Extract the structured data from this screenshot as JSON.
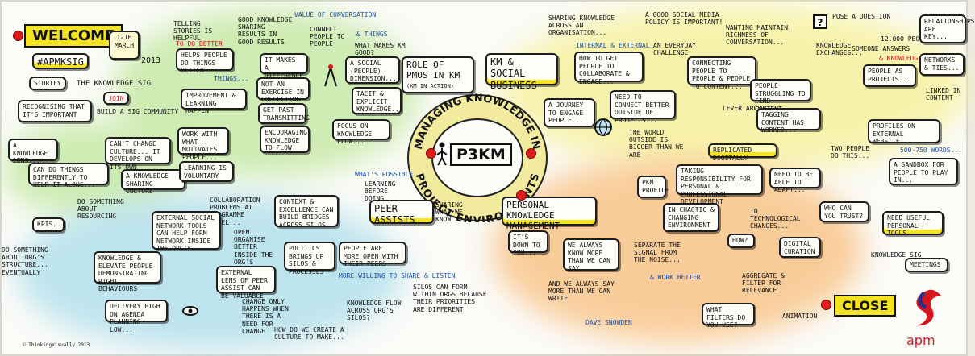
{
  "welcome": "WELCOME",
  "date": {
    "day": "12th",
    "month": "MARCH",
    "year": "2013"
  },
  "hashtag": "#APMKSIG",
  "storify": "STORIFY",
  "knowledge_sig": "THE KNOWLEDGE SIG",
  "join": "JOIN",
  "build_community": "BUILD A SIG COMMUNITY",
  "recognising": "RECOGNISING THAT IT'S IMPORTANT",
  "knowledge_lens": "A KNOWLEDGE LENS...",
  "can_do_differently": "CAN DO THINGS DIFFERENTLY TO HELP IT ALONG...",
  "cant_change_culture": "CAN'T CHANGE CULTURE... IT DEVELOPS ON ITS OWN",
  "knowledge_sharing_culture": "A KNOWLEDGE SHARING CULTURE",
  "telling_stories": "TELLING STORIES IS HELPFUL",
  "do_better": "TO DO BETTER",
  "helps_people": "HELPS PEOPLE DO THINGS BETTER",
  "things": "THINGS...",
  "improvement": "IMPROVEMENT & LEARNING HAPPEN",
  "work_with": "WORK WITH WHAT MOTIVATES PEOPLE...",
  "learning_voluntary": "LEARNING IS VOLUNTARY",
  "good_knowledge": "GOOD KNOWLEDGE SHARING RESULTS IN GOOD RESULTS",
  "value_conversation": "VALUE OF CONVERSATION",
  "makes_difference": "IT MAKES A DIFFERENCE",
  "not_exercise": "NOT AN EXERCISE IN COLLECTING",
  "encouraging": "ENCOURAGING KNOWLEDGE TO FLOW",
  "get_past": "GET PAST TRANSMITTING",
  "connect_people": "CONNECT PEOPLE TO PEOPLE",
  "things_label": "& THINGS",
  "what_makes_km_good": "WHAT MAKES KM GOOD?",
  "social_dimension": "A SOCIAL (PEOPLE) DIMENSION...",
  "tacit": "TACIT & EXPLICIT KNOWLEDGE...",
  "focus_on_knowledge": "FOCUS ON KNOWLEDGE FLOW...",
  "role_of_pmos": "ROLE OF PMOS IN KM",
  "km_in_action": "(KM IN ACTION)",
  "center": {
    "top": "MANAGING KNOWLEDGE IN",
    "bottom": "PROJECT ENVIRONMENTS",
    "logo": "P3KM"
  },
  "sharing_across": "SHARING KNOWLEDGE ACROSS AN ORGANISATION...",
  "internal_external": "INTERNAL & EXTERNAL",
  "how_collaborate": "HOW TO GET PEOPLE TO COLLABORATE & ENGAGE...",
  "km_social": "KM & SOCIAL BUSINESS",
  "journey": "A JOURNEY TO ENGAGE PEOPLE...",
  "everyday_challenge": "AN EVERYDAY CHALLENGE",
  "good_social_media": "A GOOD SOCIAL MEDIA POLICY IS IMPORTANT!",
  "need_connect": "NEED TO CONNECT BETTER OUTSIDE OF PROJECTS...",
  "world_outside": "THE WORLD OUTSIDE IS BIGGER THAN WE ARE",
  "wanting_maintain": "WANTING MAINTAIN RICHNESS OF CONVERSATION...",
  "connecting_people": "CONNECTING PEOPLE TO PEOPLE & PEOPLE TO CONTENT...",
  "people_struggling": "PEOPLE STRUGGLING TO FIND CONTENT...",
  "lever_arch": "LEVER ARCH",
  "replicated": "REPLICATED DIGITALLY",
  "tagging": "TAGGING CONTENT HAS WORKED...",
  "knowledge_exchanges": "KNOWLEDGE EXCHANGES...",
  "pose_question": "POSE A QUESTION",
  "people_count": "12,000 PEOPLE",
  "someone_answers": "SOMEONE ANSWERS",
  "& knowledge": "& KNOWLEDGE",
  "people_as_projects": "PEOPLE AS PROJECTS...",
  "relationships": "RELATIONSHIPS ARE KEY...",
  "networks_ties": "NETWORKS & TIES...",
  "linked_in": "LINKED IN CONTENT",
  "profiles_external": "PROFILES ON EXTERNAL WEBSITE...",
  "500_750": "500-750 WORDS...",
  "two_people": "TWO PEOPLE DO THIS...",
  "sandbox": "A SANDBOX FOR PEOPLE TO PLAY IN...",
  "kpis": "KPIs...",
  "something_resources": "DO SOMETHING ABOUT RESOURCING",
  "do_something_org": "DO SOMETHING ABOUT ORG'S STRUCTURE... EVENTUALLY",
  "knowledge_people": "KNOWLEDGE & ELEVATE PEOPLE DEMONSTRATING RIGHT BEHAVIOURS",
  "delivery_agenda": "DELIVERY HIGH ON AGENDA PLANNING LOW...",
  "collaboration_problems": "COLLABORATION PROBLEMS AT PROGRAMME LEVEL...",
  "external_social": "EXTERNAL SOCIAL NETWORK TOOLS CAN HELP FORM NETWORK INSIDE THE ORG'S",
  "open_organise": "OPEN ORGANISE BETTER INSIDE THE ORG'S",
  "external_lens": "EXTERNAL LENS OF PEER ASSIST CAN BE VALUABLE",
  "change_only": "CHANGE ONLY HAPPENS WHEN THERE IS A NEED FOR CHANGE",
  "how_create_culture": "HOW DO WE CREATE A CULTURE TO MAKE...",
  "context_excellence": "CONTEXT & EXCELLENCE CAN BUILD BRIDGES ACROSS SILOS",
  "whats_possible": "WHAT'S POSSIBLE",
  "learning_before": "LEARNING BEFORE DOING",
  "peer_assists": "PEER ASSISTS",
  "sharing_what": "SHARING WHAT WE KNOW",
  "politics": "POLITICS BRINGS UP SILOS & PROCESSES",
  "people_open": "PEOPLE ARE MORE OPEN WITH THEIR PEERS",
  "more_willing": "MORE WILLING TO SHARE & LISTEN",
  "silos_form": "SILOS CAN FORM WITHIN ORGS BECAUSE THEIR PRIORITIES ARE DIFFERENT",
  "knowledge_flow_orgs": "KNOWLEDGE FLOW ACROSS ORG'S SILOS?",
  "personal_km": "PERSONAL KNOWLEDGE MANAGEMENT",
  "its_down": "IT'S DOWN TO YOU...",
  "we_know": "WE ALWAYS KNOW MORE THAN WE CAN SAY",
  "we_say": "AND WE ALWAYS SAY MORE THAN WE CAN WRITE",
  "dave_snowden": "DAVE SNOWDEN",
  "pkm_profile": "PKM PROFILE",
  "taking_responsibility": "TAKING RESPONSIBILITY FOR PERSONAL & PROFESSIONAL DEVELOPMENT",
  "need_adapt": "NEED TO BE ABLE TO ADAPT...",
  "in_chaotic": "IN CHAOTIC & CHANGING ENVIRONMENT",
  "tech_changes": "TO TECHNOLOGICAL CHANGES...",
  "who_trust": "WHO CAN YOU TRUST?",
  "need_useful": "NEED USEFUL PERSONAL TOOLS",
  "separate_signal": "SEPARATE THE SIGNAL FROM THE NOISE...",
  "how_q": "HOW?",
  "digital_curation": "DIGITAL CURATION",
  "aggregate": "AGGREGATE & FILTER FOR RELEVANCE",
  "what_filters": "WHAT FILTERS DO YOU USE?",
  "work_better": "& WORK BETTER",
  "knowledge_sig_label": "KNOWLEDGE SIG",
  "meetings": "MEETINGS",
  "animation": "ANIMATION",
  "close": "CLOSE",
  "apm": "APM",
  "copyright": "© ThinkingVisually 2013"
}
